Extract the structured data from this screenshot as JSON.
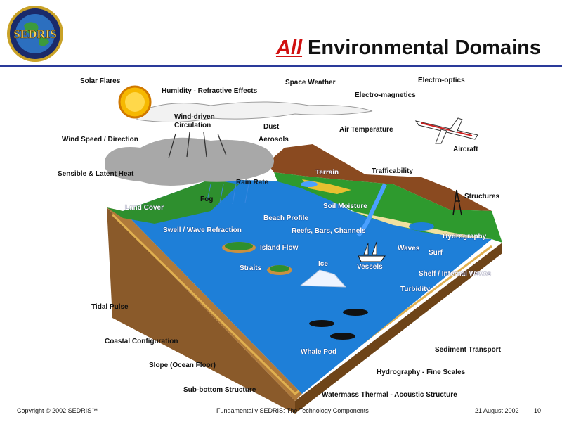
{
  "title": {
    "emphasis": "All",
    "rest": "Environmental Domains"
  },
  "logo": {
    "text": "SEDRIS"
  },
  "labels": {
    "solar_flares": "Solar Flares",
    "humidity": "Humidity - Refractive Effects",
    "space_weather": "Space Weather",
    "electro_optics": "Electro-optics",
    "electro_magnetics": "Electro-magnetics",
    "wind_driven": "Wind-driven",
    "circulation": "Circulation",
    "dust": "Dust",
    "air_temperature": "Air Temperature",
    "wind_speed": "Wind Speed / Direction",
    "aerosols": "Aerosols",
    "aircraft": "Aircraft",
    "terrain": "Terrain",
    "trafficability": "Trafficability",
    "sensible_latent": "Sensible & Latent Heat",
    "rain_rate": "Rain Rate",
    "fog": "Fog",
    "structures": "Structures",
    "land_cover": "Land Cover",
    "soil_moisture": "Soil Moisture",
    "beach_profile": "Beach Profile",
    "swell": "Swell / Wave Refraction",
    "reefs": "Reefs, Bars, Channels",
    "hydrography": "Hydrography",
    "island_flow": "Island Flow",
    "waves": "Waves",
    "surf": "Surf",
    "straits": "Straits",
    "ice": "Ice",
    "vessels": "Vessels",
    "shelf_internal": "Shelf / Internal Waves",
    "turbidity": "Turbidity",
    "tidal_pulse": "Tidal Pulse",
    "coastal": "Coastal Configuration",
    "whale_pod": "Whale Pod",
    "sediment": "Sediment Transport",
    "slope": "Slope (Ocean Floor)",
    "hydro_fine": "Hydrography - Fine Scales",
    "sub_bottom": "Sub-bottom Structure",
    "watermass": "Watermass Thermal - Acoustic Structure"
  },
  "footer": {
    "copyright": "Copyright © 2002 SEDRIS™",
    "center": "Fundamentally SEDRIS: The Technology Components",
    "date": "21 August 2002",
    "page": "10"
  },
  "colors": {
    "accent_red": "#d01010",
    "rule_blue": "#2a3a9a",
    "water": "#1e7fd8",
    "land": "#2e8f2e"
  }
}
